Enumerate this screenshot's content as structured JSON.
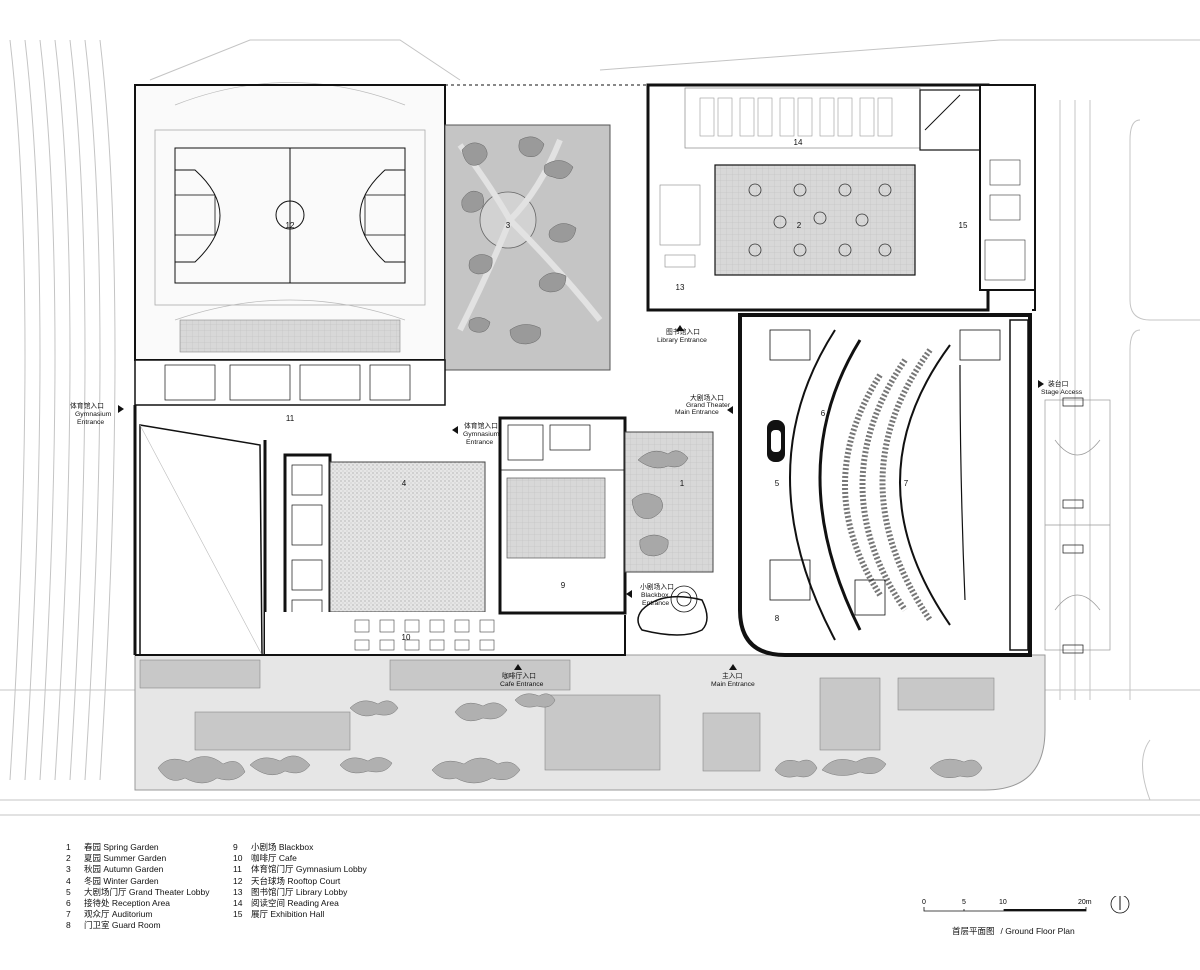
{
  "entrances": {
    "gymnasium": [
      "体育馆入口",
      "Gymnasium",
      "Entrance"
    ],
    "gym_lobby": [
      "体育馆入口",
      "Gymnasium",
      "Entrance"
    ],
    "library": [
      "图书馆入口",
      "Library Entrance"
    ],
    "grand_theater": [
      "大剧场入口",
      "Grand Theater",
      "Main Entrance"
    ],
    "stage": [
      "装台口",
      "Stage Access"
    ],
    "blackbox": [
      "小剧场入口",
      "Blackbox",
      "Entrance"
    ],
    "cafe": [
      "咖啡厅入口",
      "Cafe Entrance"
    ],
    "main": [
      "主入口",
      "Main Entrance"
    ]
  },
  "room_numbers": {
    "r1": "1",
    "r2": "2",
    "r3": "3",
    "r4": "4",
    "r5": "5",
    "r6": "6",
    "r7": "7",
    "r8": "8",
    "r9": "9",
    "r10": "10",
    "r11": "11",
    "r12": "12",
    "r13": "13",
    "r14": "14",
    "r15": "15"
  },
  "legend": {
    "left": [
      {
        "num": "1",
        "text": "春园 Spring Garden"
      },
      {
        "num": "2",
        "text": "夏园 Summer Garden"
      },
      {
        "num": "3",
        "text": "秋园 Autumn Garden"
      },
      {
        "num": "4",
        "text": "冬园 Winter Garden"
      },
      {
        "num": "5",
        "text": "大剧场门厅 Grand Theater Lobby"
      },
      {
        "num": "6",
        "text": "接待处 Reception Area"
      },
      {
        "num": "7",
        "text": "观众厅 Auditorium"
      },
      {
        "num": "8",
        "text": "门卫室 Guard Room"
      }
    ],
    "right": [
      {
        "num": "9",
        "text": "小剧场 Blackbox"
      },
      {
        "num": "10",
        "text": "咖啡厅 Cafe"
      },
      {
        "num": "11",
        "text": "体育馆门厅 Gymnasium Lobby"
      },
      {
        "num": "12",
        "text": "天台球场  Rooftop Court"
      },
      {
        "num": "13",
        "text": "图书馆门厅 Library Lobby"
      },
      {
        "num": "14",
        "text": "阅读空间  Reading Area"
      },
      {
        "num": "15",
        "text": "展厅 Exhibition Hall"
      }
    ]
  },
  "scale": {
    "ticks": [
      "0",
      "5",
      "10",
      "20m"
    ],
    "title_cn": "首层平面图",
    "title_en": "/ Ground Floor Plan"
  },
  "colors": {
    "wall": "#111111",
    "garden": "#b8b8b8",
    "garden_light": "#cfcfcf",
    "plaza": "#e4e4e4",
    "site_lines": "#bfbfbf"
  }
}
